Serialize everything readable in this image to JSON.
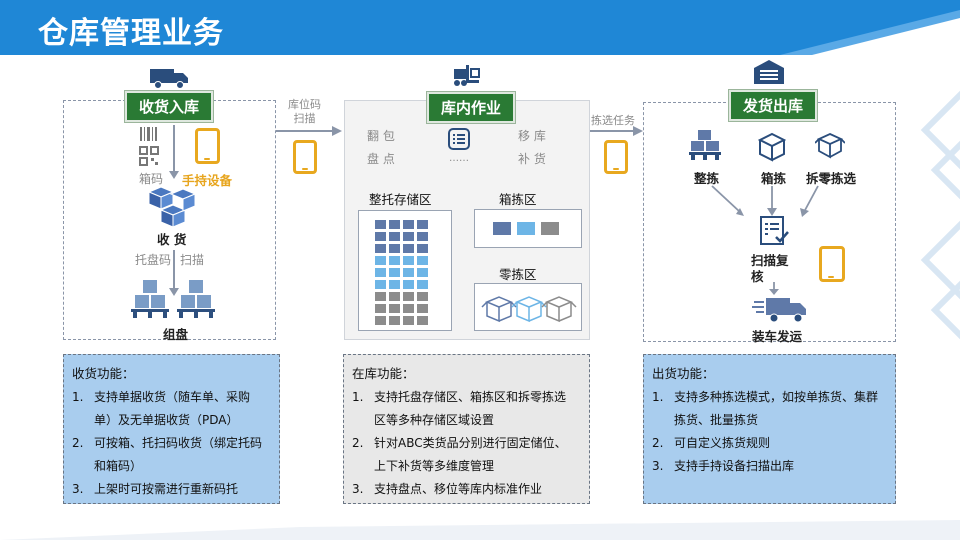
{
  "header": {
    "title": "仓库管理业务"
  },
  "colors": {
    "header_blue": "#1f87d6",
    "label_green": "#2a7a34",
    "orange": "#e7a51e",
    "info_blue": "#a9cdee",
    "rack_blue_dark": "#5f79a8",
    "rack_blue_light": "#6db5e6",
    "rack_grey": "#8c8c8c"
  },
  "receiving": {
    "label": "收货入库",
    "box_code": "箱码",
    "handheld": "手持设备",
    "receive": "收 货",
    "pallet_code": "托盘码",
    "scan": "扫描",
    "assemble": "组盘"
  },
  "arrow1": {
    "line1": "库位码",
    "line2": "扫描"
  },
  "inventory": {
    "label": "库内作业",
    "op_a_1": "翻 包",
    "op_a_2": "盘 点",
    "op_b_1": "移 库",
    "op_b_2": "补 货",
    "dots": "……",
    "pallet_zone": "整托存储区",
    "box_zone": "箱拣区",
    "piece_zone": "零拣区"
  },
  "arrow2": {
    "line1": "拣选任务"
  },
  "shipping": {
    "label": "发货出库",
    "whole_pick": "整拣",
    "box_pick": "箱拣",
    "piece_pick": "拆零拣选",
    "scan_check_1": "扫描复",
    "scan_check_2": "核",
    "load_ship": "装车发运"
  },
  "info_receiving": {
    "title": "收货功能：",
    "items": [
      {
        "num": "1.",
        "line1": "支持单据收货（随车单、采购",
        "line2": "单）及无单据收货（PDA）"
      },
      {
        "num": "2.",
        "line1": "可按箱、托扫码收货（绑定托码",
        "line2": "和箱码）"
      },
      {
        "num": "3.",
        "line1": "上架时可按需进行重新码托",
        "line2": ""
      }
    ]
  },
  "info_inventory": {
    "title": "在库功能：",
    "items": [
      {
        "num": "1.",
        "line1": "支持托盘存储区、箱拣区和拆零拣选",
        "line2": "区等多种存储区域设置"
      },
      {
        "num": "2.",
        "line1": "针对ABC类货品分别进行固定储位、",
        "line2": "上下补货等多维度管理"
      },
      {
        "num": "3.",
        "line1": "支持盘点、移位等库内标准作业",
        "line2": ""
      }
    ]
  },
  "info_shipping": {
    "title": "出货功能：",
    "items": [
      {
        "num": "1.",
        "line1": "支持多种拣选模式，如按单拣货、集群",
        "line2": "拣货、批量拣货"
      },
      {
        "num": "2.",
        "line1": "可自定义拣货规则",
        "line2": ""
      },
      {
        "num": "3.",
        "line1": "支持手持设备扫描出库",
        "line2": ""
      }
    ]
  }
}
